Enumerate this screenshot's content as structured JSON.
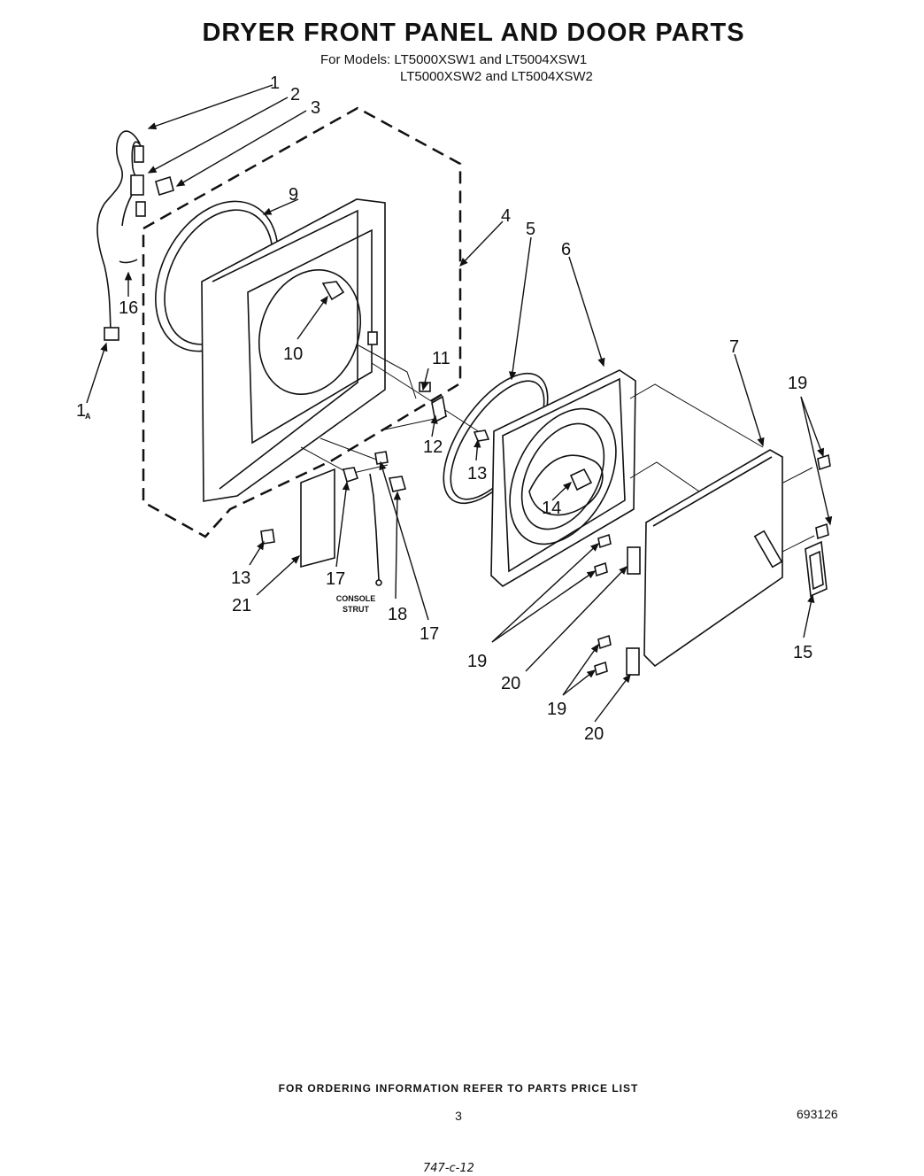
{
  "title": "DRYER FRONT PANEL AND DOOR PARTS",
  "models_line1": "For Models: LT5000XSW1 and LT5004XSW1",
  "models_line2": "LT5000XSW2 and LT5004XSW2",
  "callouts": {
    "c1": "1",
    "c2": "2",
    "c3": "3",
    "c4": "4",
    "c5": "5",
    "c6": "6",
    "c7": "7",
    "c9": "9",
    "c10": "10",
    "c11": "11",
    "c12": "12",
    "c13a": "13",
    "c13b": "13",
    "c14": "14",
    "c15": "15",
    "c16": "16",
    "c17a": "17",
    "c17b": "17",
    "c18": "18",
    "c19a": "19",
    "c19b": "19",
    "c19c": "19",
    "c20a": "20",
    "c20b": "20",
    "c21": "21",
    "c1a_main": "1",
    "c1a_sub": "A"
  },
  "console_strut": {
    "line1": "CONSOLE",
    "line2": "STRUT"
  },
  "footer": {
    "ordering_info": "FOR ORDERING INFORMATION REFER TO PARTS PRICE LIST",
    "page_number": "3",
    "doc_number": "693126",
    "handwritten": "747-c-12"
  }
}
